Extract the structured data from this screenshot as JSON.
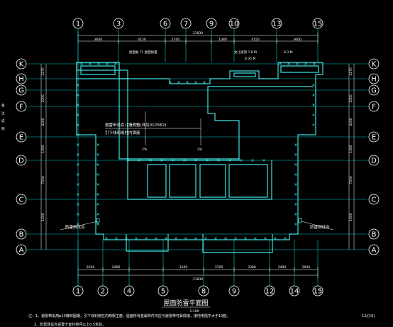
{
  "colors": {
    "background": "#000000",
    "grid": "#00c8c8",
    "wall": "#3fe0e0",
    "text": "#ffffff",
    "leader": "#ffffff",
    "dim": "#ffffff"
  },
  "axes": {
    "top": [
      "1",
      "3",
      "6",
      "7",
      "9",
      "10",
      "13",
      "15"
    ],
    "bottom": [
      "1",
      "2",
      "4",
      "5",
      "8",
      "9",
      "12",
      "14",
      "15"
    ],
    "left": [
      "K",
      "H",
      "G",
      "F",
      "E",
      "D",
      "C",
      "B",
      "A"
    ],
    "right": [
      "K",
      "H",
      "G",
      "F",
      "E",
      "D",
      "C",
      "B",
      "A"
    ]
  },
  "dims": {
    "top_total": "21830",
    "top_segments": [
      "3600",
      "4150",
      "2700",
      "1080",
      "4150",
      "3600"
    ],
    "bottom_total": "21830",
    "bottom_segments": [
      "2050",
      "2400",
      "3100",
      "3700",
      "3380",
      "2400",
      "2050"
    ],
    "left_rows": [
      "1270",
      "1500",
      "4200",
      "1500",
      "7500",
      "1500"
    ],
    "right_rows": [
      "1270",
      "1500",
      "4200",
      "1500",
      "7500",
      "1500"
    ]
  },
  "annotations": {
    "top_left_note": "屋面板 TL 屋面防雷",
    "top_right_note_a": "女儿墙顶 7.8 M",
    "top_right_note_b": "8.3 M",
    "top_mid_note": "8.35 M",
    "center_note_1": "避雷带沿女儿墙明敷(详见01D562)",
    "center_note_2": "引下线利用柱内钢筋",
    "slope_left": "2%",
    "slope_right": "2%",
    "test_point_left": "防雷测试点",
    "test_point_right": "防雷测试点"
  },
  "left_edge_marks": [
    "备",
    "注",
    "说",
    "明"
  ],
  "title": "屋面防雷平面图",
  "scale": "1:100",
  "notes": [
    "注：1、避雷带采用φ10镀锌圆钢，引下线利用柱内两根主筋。屋面所有金属构件均应与避雷带可靠焊接，接地电阻不大于10欧。",
    "2、防雷测试点设置于室外地坪以上0.5米处。"
  ],
  "sheet_number": "12/(10)"
}
